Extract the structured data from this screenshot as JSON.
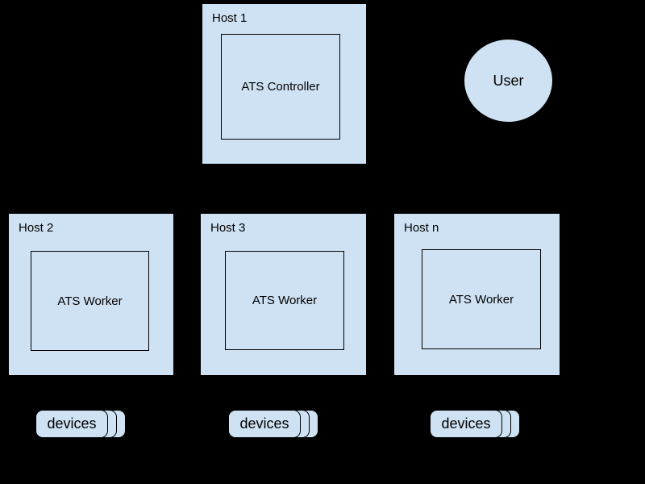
{
  "canvas": {
    "background_color": "#000000"
  },
  "palette": {
    "shape_fill": "#CFE2F3",
    "shape_border": "#000000",
    "text_color": "#000000"
  },
  "hosts": [
    {
      "label": "Host 1",
      "component": "ATS Controller"
    },
    {
      "label": "Host 2",
      "component": "ATS Worker"
    },
    {
      "label": "Host 3",
      "component": "ATS Worker"
    },
    {
      "label": "Host n",
      "component": "ATS Worker"
    }
  ],
  "user": {
    "label": "User"
  },
  "device_groups": [
    {
      "label": "devices"
    },
    {
      "label": "devices"
    },
    {
      "label": "devices"
    }
  ]
}
